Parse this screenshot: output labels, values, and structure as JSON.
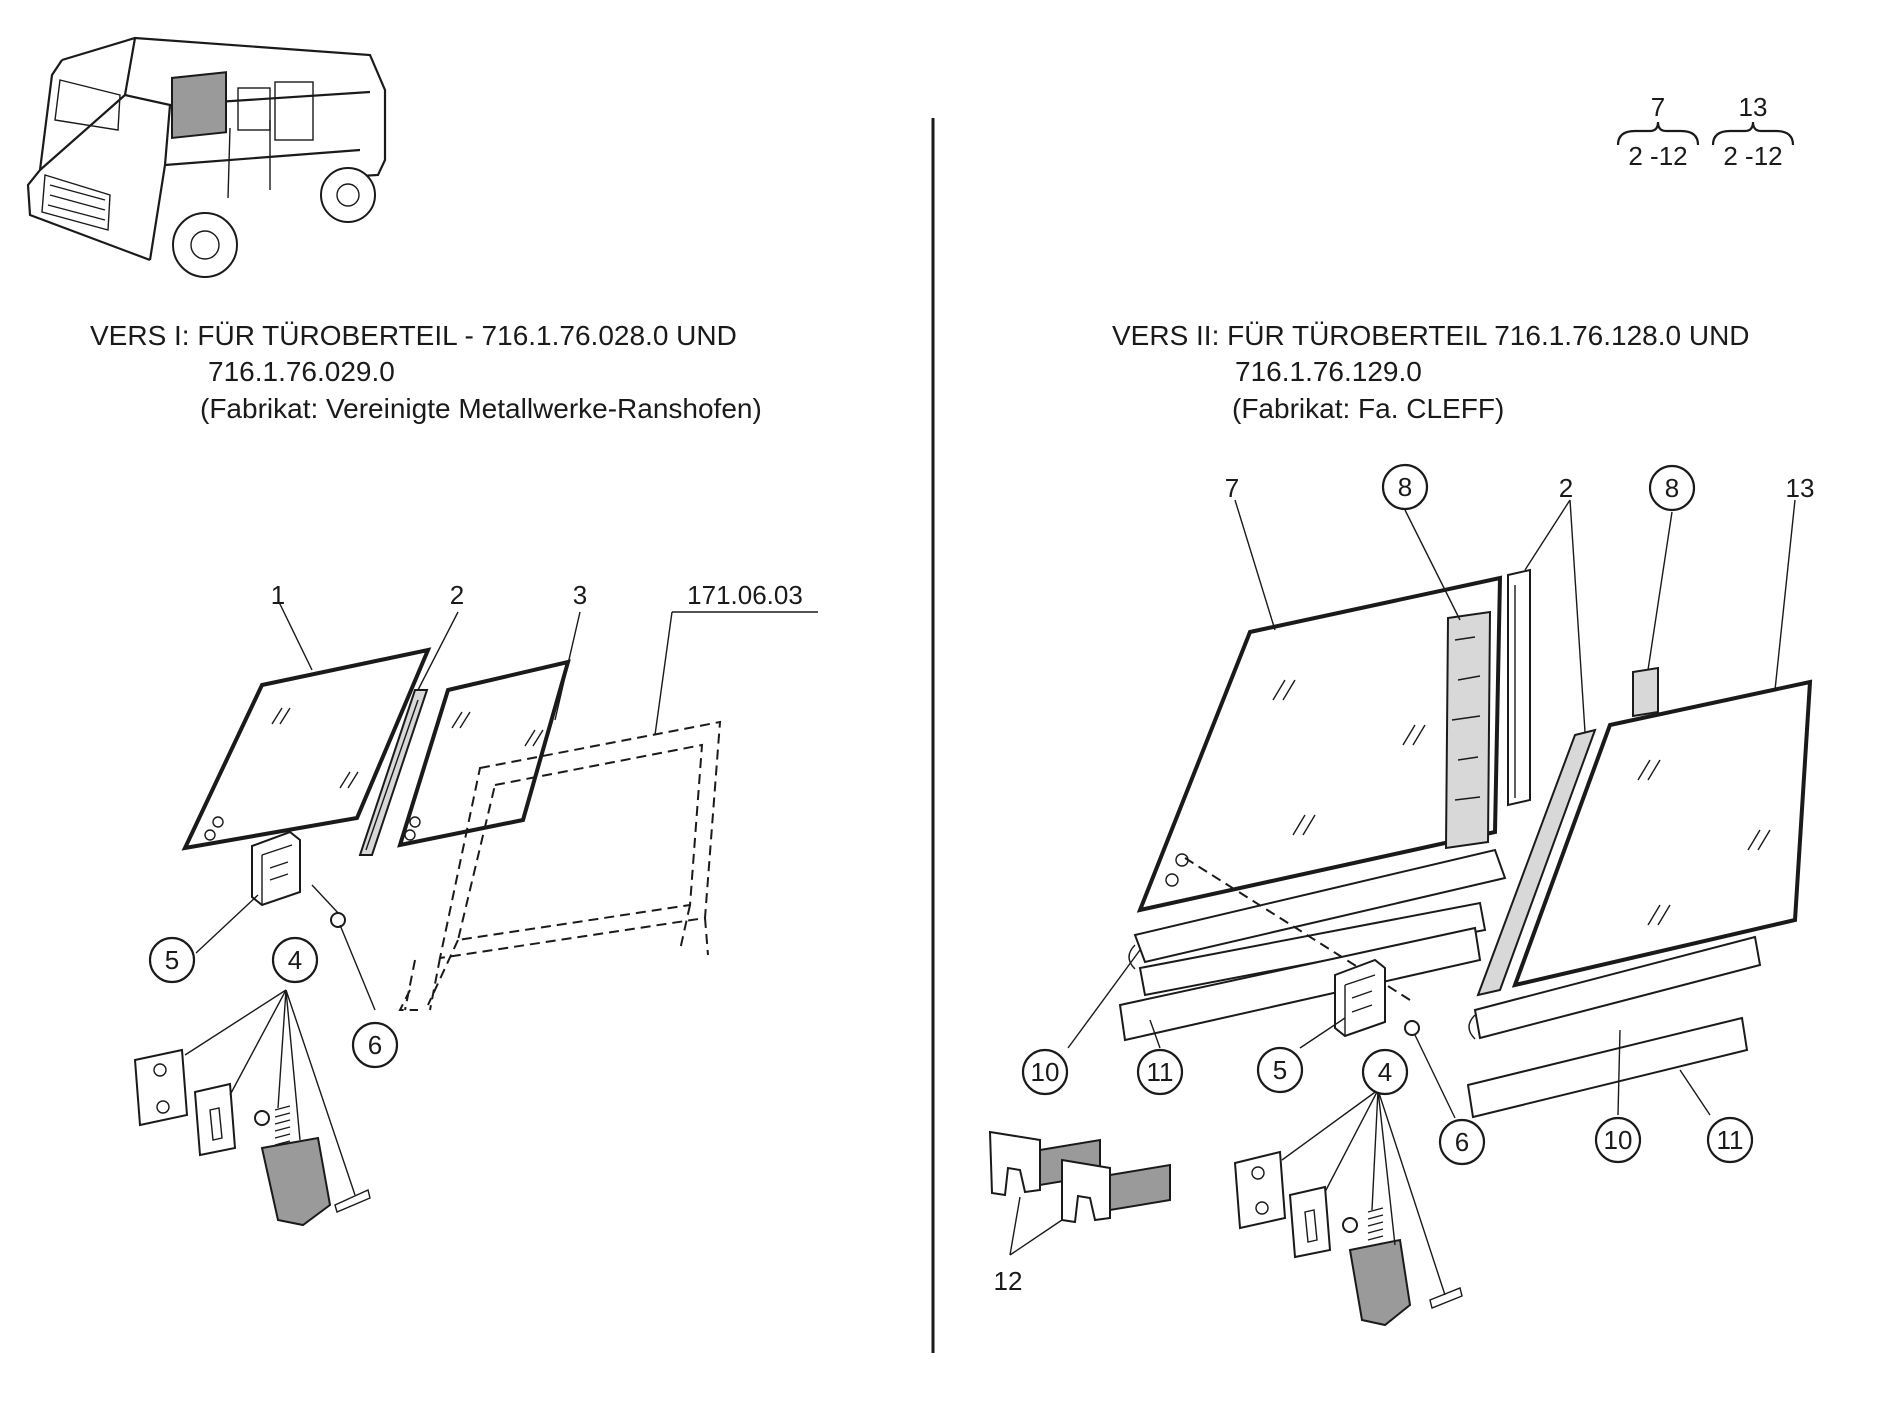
{
  "headings": {
    "left": {
      "line1": "VERS I: FÜR TÜROBERTEIL - 716.1.76.028.0 UND",
      "line2": "716.1.76.029.0",
      "line3": "(Fabrikat: Vereinigte Metallwerke-Ranshofen)"
    },
    "right": {
      "line1": "VERS II: FÜR TÜROBERTEIL 716.1.76.128.0 UND",
      "line2": "716.1.76.129.0",
      "line3": "(Fabrikat: Fa. CLEFF)"
    }
  },
  "assembly_refs": [
    {
      "part": "7",
      "range": "2 -12"
    },
    {
      "part": "13",
      "range": "2 -12"
    }
  ],
  "left_callouts": {
    "p1": "1",
    "p2": "2",
    "p3": "3",
    "ref": "171.06.03",
    "p4": "4",
    "p5": "5",
    "p6": "6"
  },
  "right_callouts": {
    "p7": "7",
    "p8a": "8",
    "p2": "2",
    "p8b": "8",
    "p13": "13",
    "p10a": "10",
    "p11a": "11",
    "p5": "5",
    "p4": "4",
    "p6": "6",
    "p10b": "10",
    "p11b": "11",
    "p12": "12"
  }
}
